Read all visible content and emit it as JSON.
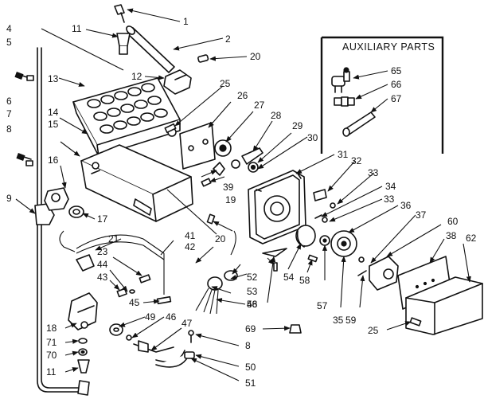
{
  "auxiliary": {
    "title": "AUXILIARY PARTS"
  },
  "callouts": [
    {
      "id": "c1",
      "text": "1"
    },
    {
      "id": "c2",
      "text": "2"
    },
    {
      "id": "c4",
      "text": "4"
    },
    {
      "id": "c5",
      "text": "5"
    },
    {
      "id": "c6",
      "text": "6"
    },
    {
      "id": "c7",
      "text": "7"
    },
    {
      "id": "c8a",
      "text": "8"
    },
    {
      "id": "c9",
      "text": "9"
    },
    {
      "id": "c11a",
      "text": "11"
    },
    {
      "id": "c12",
      "text": "12"
    },
    {
      "id": "c13",
      "text": "13"
    },
    {
      "id": "c14",
      "text": "14"
    },
    {
      "id": "c15",
      "text": "15"
    },
    {
      "id": "c16",
      "text": "16"
    },
    {
      "id": "c17",
      "text": "17"
    },
    {
      "id": "c18",
      "text": "18"
    },
    {
      "id": "c19",
      "text": "19"
    },
    {
      "id": "c20a",
      "text": "20"
    },
    {
      "id": "c20b",
      "text": "20"
    },
    {
      "id": "c21",
      "text": "21"
    },
    {
      "id": "c23",
      "text": "23"
    },
    {
      "id": "c25a",
      "text": "25"
    },
    {
      "id": "c25b",
      "text": "25"
    },
    {
      "id": "c26",
      "text": "26"
    },
    {
      "id": "c27",
      "text": "27"
    },
    {
      "id": "c28",
      "text": "28"
    },
    {
      "id": "c29",
      "text": "29"
    },
    {
      "id": "c30",
      "text": "30"
    },
    {
      "id": "c31",
      "text": "31"
    },
    {
      "id": "c32",
      "text": "32"
    },
    {
      "id": "c33a",
      "text": "33"
    },
    {
      "id": "c33b",
      "text": "33"
    },
    {
      "id": "c34",
      "text": "34"
    },
    {
      "id": "c35",
      "text": "35"
    },
    {
      "id": "c36",
      "text": "36"
    },
    {
      "id": "c37",
      "text": "37"
    },
    {
      "id": "c38",
      "text": "38"
    },
    {
      "id": "c39",
      "text": "39"
    },
    {
      "id": "c41",
      "text": "41"
    },
    {
      "id": "c42",
      "text": "42"
    },
    {
      "id": "c43",
      "text": "43"
    },
    {
      "id": "c44",
      "text": "44"
    },
    {
      "id": "c45",
      "text": "45"
    },
    {
      "id": "c46",
      "text": "46"
    },
    {
      "id": "c47",
      "text": "47"
    },
    {
      "id": "c48",
      "text": "48"
    },
    {
      "id": "c49",
      "text": "49"
    },
    {
      "id": "c50",
      "text": "50"
    },
    {
      "id": "c51",
      "text": "51"
    },
    {
      "id": "c52",
      "text": "52"
    },
    {
      "id": "c53",
      "text": "53"
    },
    {
      "id": "c54",
      "text": "54"
    },
    {
      "id": "c56",
      "text": "56"
    },
    {
      "id": "c57",
      "text": "57"
    },
    {
      "id": "c58",
      "text": "58"
    },
    {
      "id": "c59",
      "text": "59"
    },
    {
      "id": "c60",
      "text": "60"
    },
    {
      "id": "c62",
      "text": "62"
    },
    {
      "id": "c65",
      "text": "65"
    },
    {
      "id": "c66",
      "text": "66"
    },
    {
      "id": "c67",
      "text": "67"
    },
    {
      "id": "c69",
      "text": "69"
    },
    {
      "id": "c70",
      "text": "70"
    },
    {
      "id": "c71",
      "text": "71"
    },
    {
      "id": "c8b",
      "text": "8"
    },
    {
      "id": "c11b",
      "text": "11"
    }
  ]
}
